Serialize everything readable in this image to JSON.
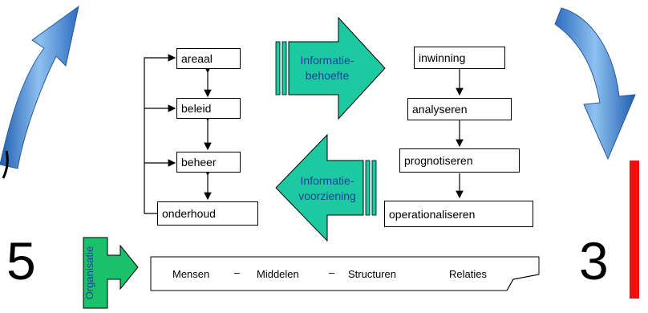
{
  "left_cycle": {
    "boxes": [
      "areaal",
      "beleid",
      "beheer",
      "onderhoud"
    ]
  },
  "right_cycle": {
    "boxes": [
      "inwinning",
      "analyseren",
      "prognotiseren",
      "operationaliseren"
    ]
  },
  "arrows": {
    "top_label_line1": "Informatie-",
    "top_label_line2": "behoefte",
    "bottom_label_line1": "Informatie-",
    "bottom_label_line2": "voorziening"
  },
  "organisatie": {
    "label": "Organisatie",
    "strip_items": [
      "Mensen",
      "–",
      "Middelen",
      "–",
      "Structuren",
      "Relaties"
    ]
  },
  "numbers": {
    "left": "5",
    "right": "3"
  },
  "colors": {
    "teal": "#1cc9a0",
    "blue_arrow": "#3d7fd0",
    "red_bar": "#ee1111",
    "green": "#19c26a"
  }
}
